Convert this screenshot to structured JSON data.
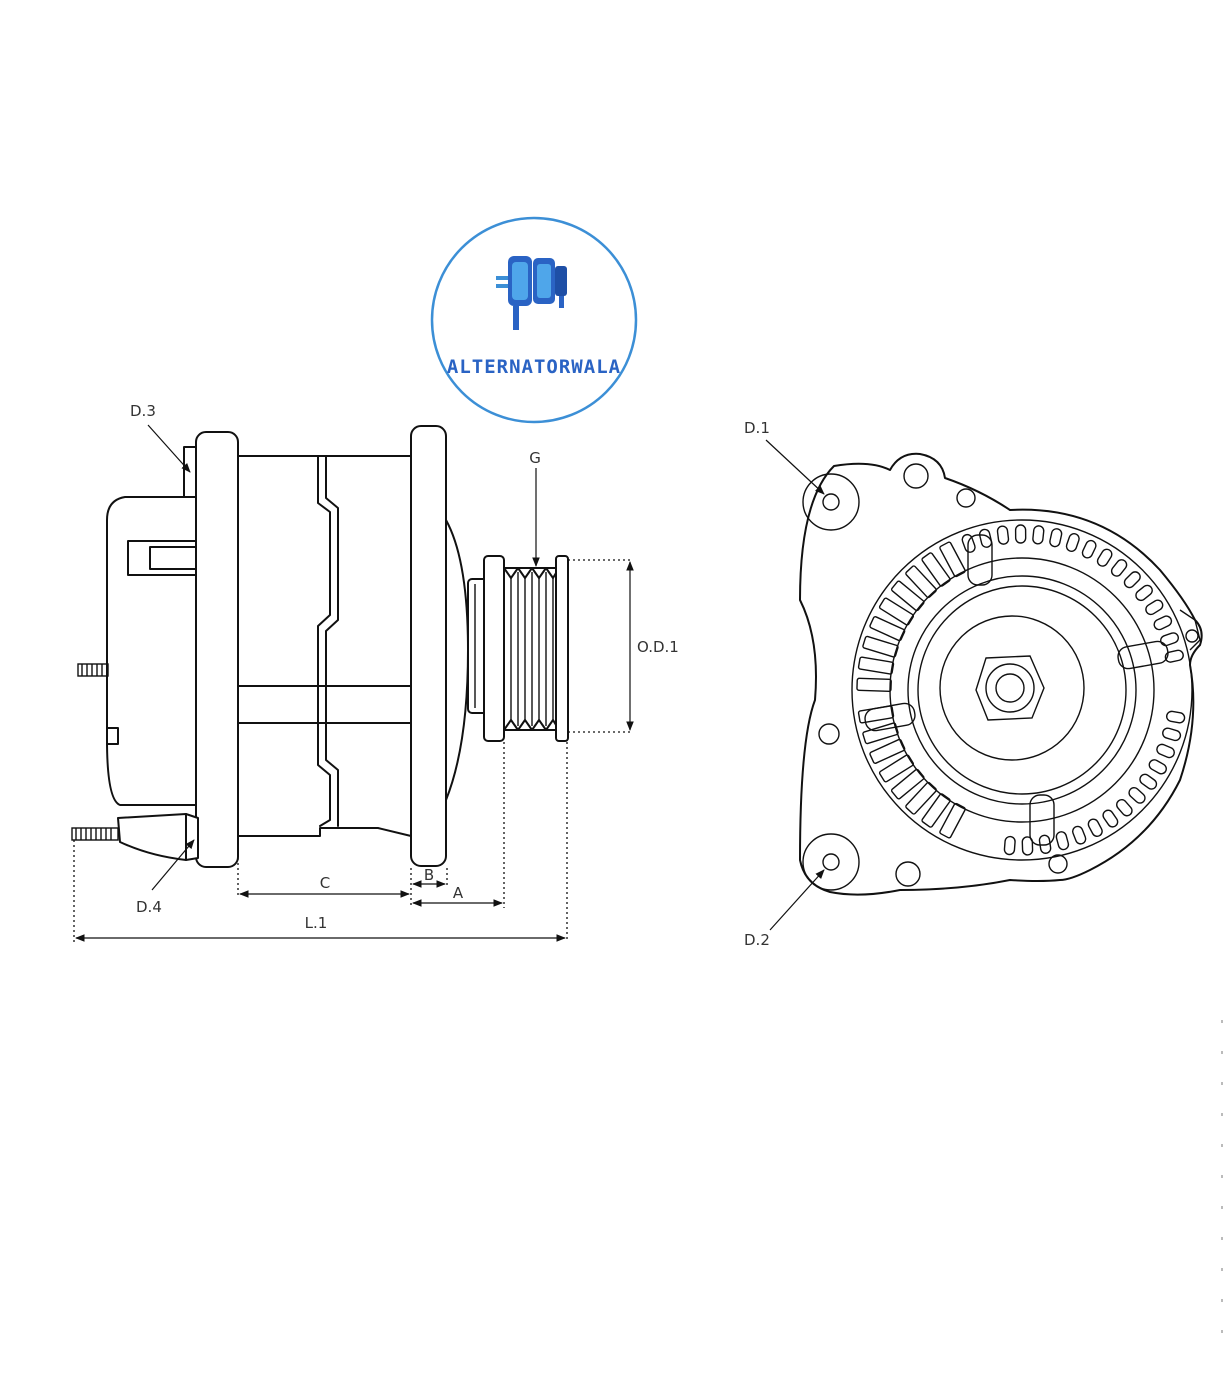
{
  "logo": {
    "text": "ALTERNATORWALA",
    "ring_color": "#3c8fd6",
    "text_color": "#2a63c4",
    "icon": "alternator-icon"
  },
  "labels": {
    "d1": "D.1",
    "d2": "D.2",
    "d3": "D.3",
    "d4": "D.4",
    "g": "G",
    "od1": "O.D.1",
    "a": "A",
    "b": "B",
    "c": "C",
    "l1": "L.1"
  }
}
